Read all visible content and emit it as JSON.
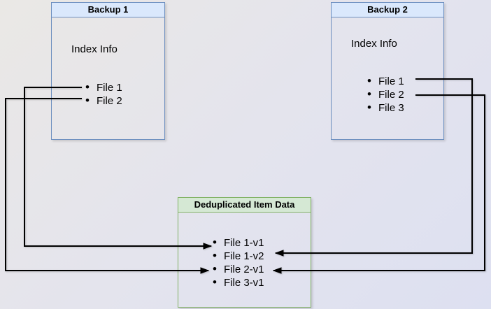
{
  "diagram": {
    "backup1": {
      "title": "Backup 1",
      "section_label": "Index Info",
      "files": [
        "File 1",
        "File 2"
      ]
    },
    "backup2": {
      "title": "Backup 2",
      "section_label": "Index Info",
      "files": [
        "File 1",
        "File 2",
        "File 3"
      ]
    },
    "dedup": {
      "title": "Deduplicated Item Data",
      "items": [
        "File 1-v1",
        "File 1-v2",
        "File 2-v1",
        "File 3-v1"
      ]
    },
    "connections": [
      {
        "from": "Backup 1 / File 1",
        "to": "File 1-v1"
      },
      {
        "from": "Backup 1 / File 2",
        "to": "File 2-v1"
      },
      {
        "from": "Backup 2 / File 1",
        "to": "File 1-v2"
      },
      {
        "from": "Backup 2 / File 2",
        "to": "File 2-v1"
      }
    ],
    "colors": {
      "blue_fill": "#dae8fc",
      "blue_stroke": "#6c8ebf",
      "green_fill": "#d5e8d4",
      "green_stroke": "#82b366",
      "arrow": "#000000",
      "bg_top_left": "#eae8e5",
      "bg_mid": "#e4e4ed",
      "bg_bottom_right": "#dde0f1"
    }
  }
}
